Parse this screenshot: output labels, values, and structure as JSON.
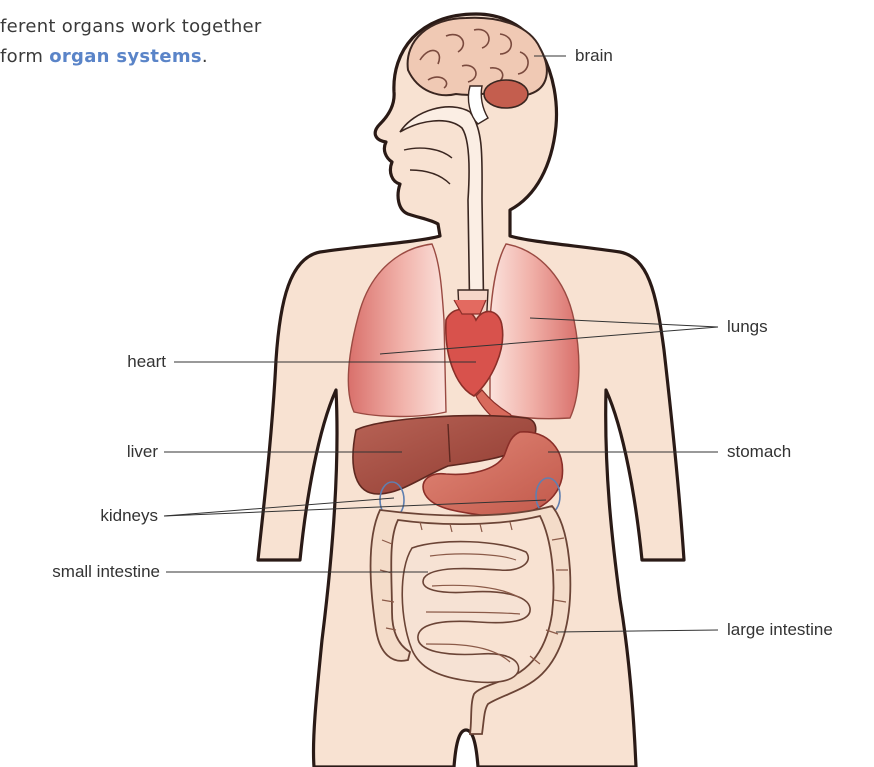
{
  "intro": {
    "line1": "ferent organs work together",
    "line2_prefix": "form ",
    "line2_highlight": "organ systems",
    "line2_suffix": "."
  },
  "labels": {
    "brain": "brain",
    "lungs": "lungs",
    "heart": "heart",
    "liver": "liver",
    "stomach": "stomach",
    "kidneys": "kidneys",
    "small_intestine": "small intestine",
    "large_intestine": "large intestine"
  },
  "colors": {
    "skin": "#f8e2d2",
    "outline": "#2a1a16",
    "organ_red": "#d86a66",
    "organ_dark": "#a8473c",
    "brain": "#f0c9b4",
    "intestine": "#f4dcc9",
    "highlight_text": "#5a84c8"
  }
}
